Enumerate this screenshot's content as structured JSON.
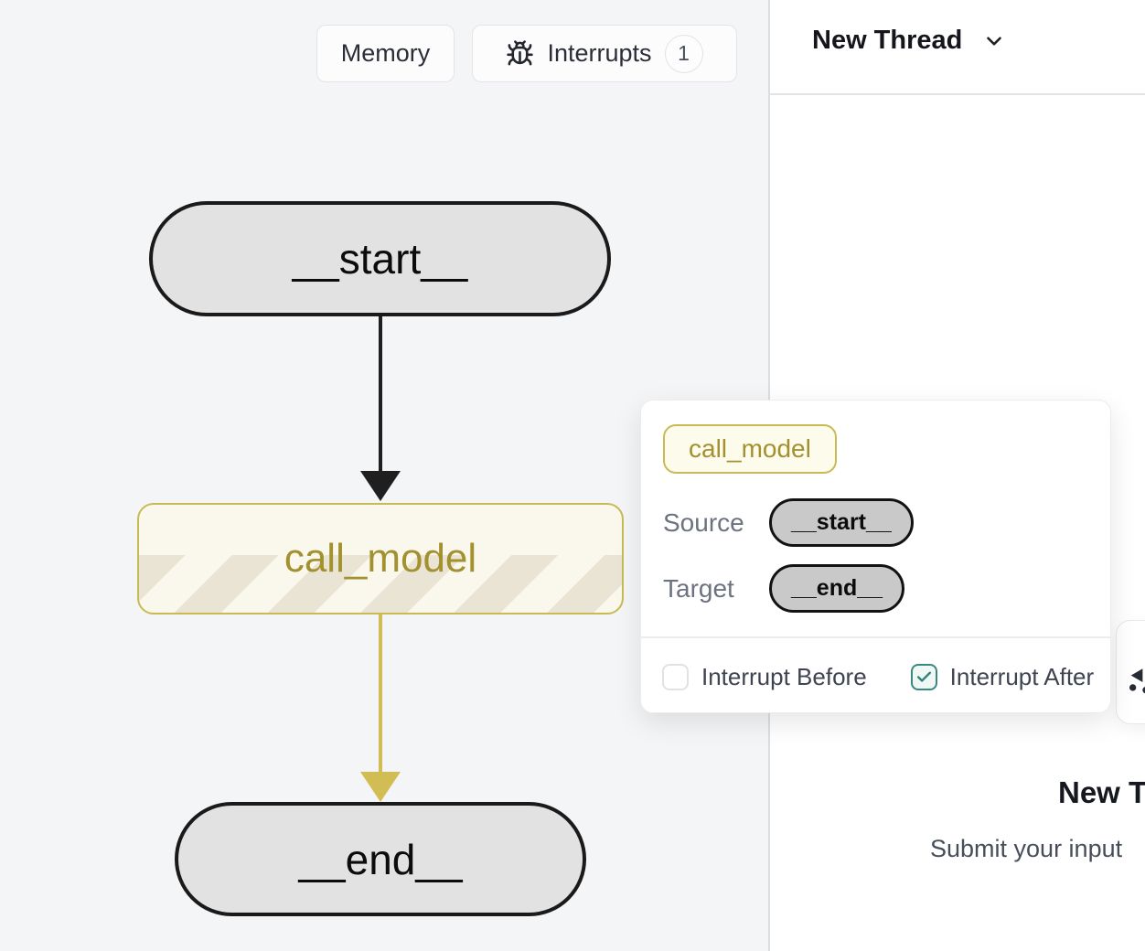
{
  "toolbar": {
    "memory_label": "Memory",
    "interrupts_label": "Interrupts",
    "interrupts_count": "1"
  },
  "graph": {
    "start_node": "__start__",
    "call_model_node": "call_model",
    "end_node": "__end__"
  },
  "popover": {
    "node_name": "call_model",
    "source_label": "Source",
    "source_value": "__start__",
    "target_label": "Target",
    "target_value": "__end__",
    "interrupt_before_label": "Interrupt Before",
    "interrupt_after_label": "Interrupt After",
    "interrupt_before_checked": false,
    "interrupt_after_checked": true
  },
  "thread_panel": {
    "header_title": "New Thread",
    "empty_state_title": "New Thread",
    "empty_state_subtitle": "Submit your input"
  },
  "colors": {
    "accent_border": "#c9ba55",
    "accent_text": "#a3902e",
    "edge_default": "#1f1f1f",
    "edge_highlight": "#d2bd54",
    "node_fill": "#e2e2e2",
    "interrupt_fill": "#faf8ec",
    "interrupt_stripe": "#e9e4d3",
    "checkbox_checked": "#39897f",
    "canvas_bg": "#f4f5f7"
  }
}
